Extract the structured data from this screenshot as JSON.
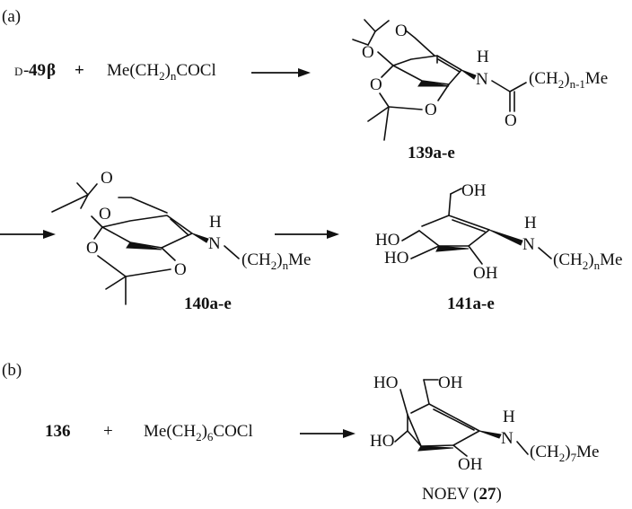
{
  "panels": {
    "a": "(a)",
    "b": "(b)"
  },
  "reaction_a": {
    "reactant1_prefix": "D",
    "reactant1_dash": "-",
    "reactant1_num": "49",
    "reactant1_suffix": "β",
    "plus": "+",
    "reagent": {
      "main": "Me(CH",
      "sub": "2",
      "tail1": ")",
      "sub2": "n",
      "tail2": "COCl"
    },
    "product1_label": "139a-e",
    "product2_label": "140a-e",
    "product3_label": "141a-e",
    "amide_chain": {
      "a": "(CH",
      "sub1": "2",
      "b": ")",
      "sub2": "n-1",
      "c": "Me"
    },
    "amine_chain": {
      "a": "(CH",
      "sub1": "2",
      "b": ")",
      "sub2": "n",
      "c": "Me"
    }
  },
  "reaction_b": {
    "reactant": "136",
    "plus": "+",
    "reagent": {
      "main": "Me(CH",
      "sub": "2",
      "tail1": ")",
      "sub2": "6",
      "tail2": "COCl"
    },
    "product_chain": {
      "a": "(CH",
      "sub1": "2",
      "b": ")",
      "sub2": "7",
      "c": "Me"
    },
    "product_name": "NOEV (",
    "product_num": "27",
    "product_close": ")"
  },
  "atoms": {
    "N": "N",
    "H": "H",
    "O": "O",
    "OH": "OH",
    "HO": "HO"
  }
}
